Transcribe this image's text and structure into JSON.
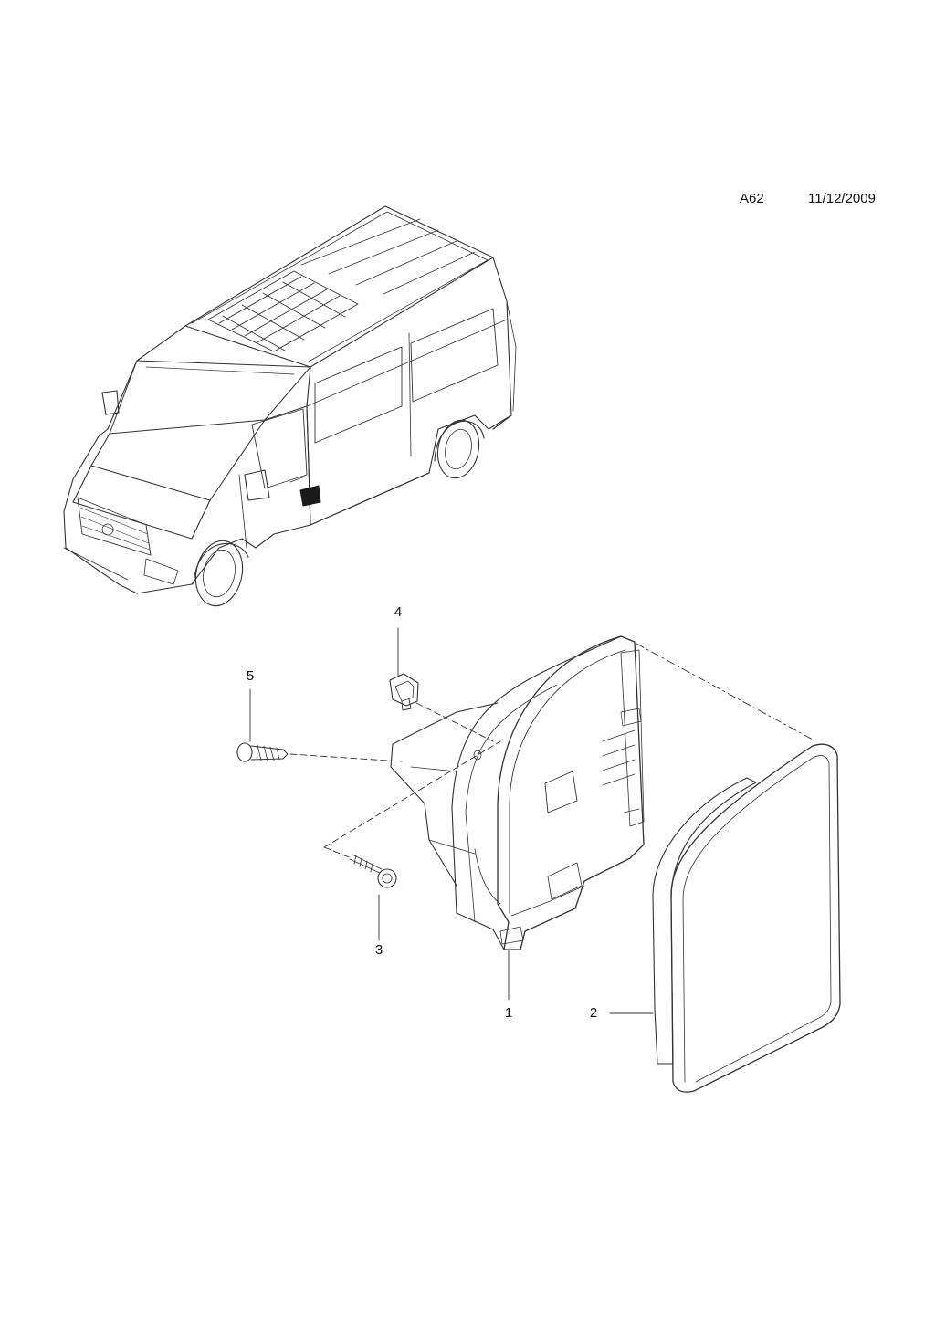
{
  "header": {
    "code": "A62",
    "date": "11/12/2009"
  },
  "callouts": [
    {
      "id": "1",
      "label": "1"
    },
    {
      "id": "2",
      "label": "2"
    },
    {
      "id": "3",
      "label": "3"
    },
    {
      "id": "4",
      "label": "4"
    },
    {
      "id": "5",
      "label": "5"
    }
  ]
}
